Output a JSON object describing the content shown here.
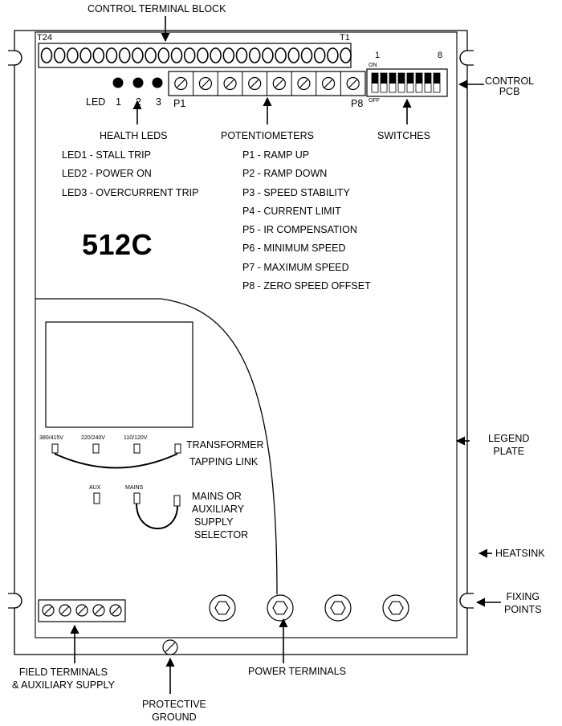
{
  "labels": {
    "control_terminal_block": "CONTROL TERMINAL BLOCK",
    "t24": "T24",
    "t1": "T1",
    "led": "LED",
    "led_nums": [
      "1",
      "2",
      "3"
    ],
    "p1": "P1",
    "p8": "P8",
    "sw_on": "ON",
    "sw_off": "OFF",
    "sw_1": "1",
    "sw_8": "8",
    "control_pcb": [
      "CONTROL",
      "PCB"
    ],
    "health_leds": "HEALTH LEDS",
    "potentiometers": "POTENTIOMETERS",
    "switches": "SWITCHES",
    "model": "512C",
    "transformer_tapping_link": [
      "TRANSFORMER",
      "TAPPING LINK"
    ],
    "taps": [
      "380/415V",
      "220/240V",
      "110/120V"
    ],
    "aux": "AUX",
    "mains": "MAINS",
    "supply_selector": [
      "MAINS OR",
      "AUXILIARY",
      "SUPPLY",
      "SELECTOR"
    ],
    "legend_plate": [
      "LEGEND",
      "PLATE"
    ],
    "heatsink": "HEATSINK",
    "fixing_points": [
      "FIXING",
      "POINTS"
    ],
    "field_terminals": [
      "FIELD TERMINALS",
      "& AUXILIARY SUPPLY"
    ],
    "power_terminals": "POWER TERMINALS",
    "protective_ground": [
      "PROTECTIVE",
      "GROUND"
    ]
  },
  "led_legend": [
    "LED1 - STALL TRIP",
    "LED2 - POWER ON",
    "LED3 - OVERCURRENT TRIP"
  ],
  "pot_legend": [
    "P1 - RAMP UP",
    "P2 - RAMP DOWN",
    "P3 - SPEED STABILITY",
    "P4 - CURRENT LIMIT",
    "P5 - IR COMPENSATION",
    "P6 - MINIMUM SPEED",
    "P7 - MAXIMUM SPEED",
    "P8 - ZERO SPEED OFFSET"
  ],
  "counts": {
    "control_terminals": 24,
    "potentiometers": 8,
    "switches": 8,
    "field_terminals": 5,
    "power_terminals": 4
  }
}
